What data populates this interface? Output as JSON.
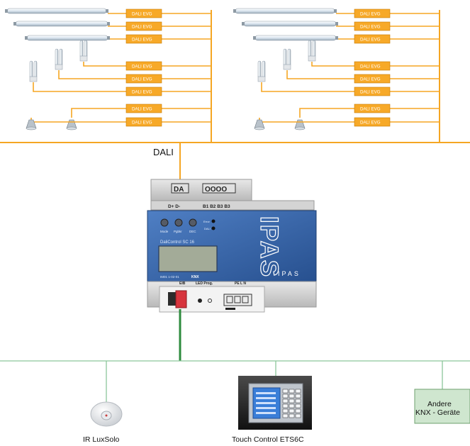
{
  "bus": {
    "dali_label": "DALI"
  },
  "ballast": {
    "label": "DALI EVG"
  },
  "device": {
    "top_terminal_a": "DA",
    "top_terminal_b": "OOOO",
    "terminal_label_left": "D+ D-",
    "terminal_label_right": "B1 B2 B3 B3",
    "btn1_label": "Mode",
    "btn2_label": "Pgbkr",
    "btn3_label": "DEC",
    "led1_label": "Error",
    "led2_label": "DALI",
    "model_label": "DaliControl SC 16",
    "part_number": "IM01 1-02-01",
    "knx_logo": "KNX",
    "brand_vertical": "IPAS",
    "brand_horizontal": "IPAS",
    "eib_label": "EIB",
    "led_prog_label": "LED  Prog.",
    "power_label": "PE  L  N"
  },
  "devices": {
    "sensor_label": "IR LuxSolo",
    "touch_label": "Touch Control ETS6C",
    "other_line1": "Andere",
    "other_line2": "KNX - Geräte"
  },
  "colors": {
    "dali_bus": "#f5a623",
    "ballast_fill": "#f7a928",
    "knx_bus": "#8cc79a",
    "knx_drop": "#2e8b3e",
    "other_box_fill": "#cfe6cf",
    "device_panel": "#3a6ab0"
  }
}
